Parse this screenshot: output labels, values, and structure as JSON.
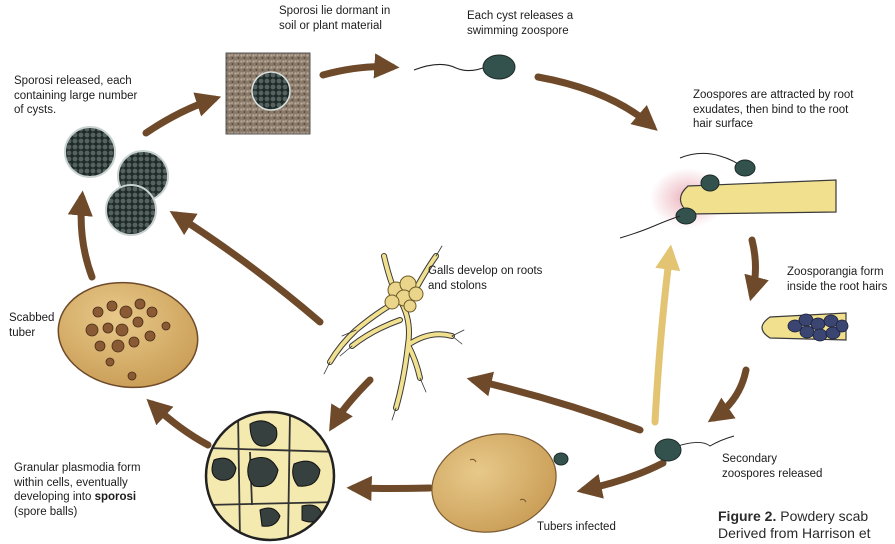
{
  "labels": {
    "dormant": "Sporosi lie dormant in\nsoil or plant material",
    "release": "Each cyst releases a\nswimming zoospore",
    "attracted": "Zoospores are attracted by root\nexudates, then bind to the root\nhair surface",
    "zoosporangia": "Zoosporangia form\ninside the root hairs",
    "secondary": "Secondary\nzoospores released",
    "tubers_infected": "Tubers infected",
    "plasmodia_lead": "Granular plasmodia form\nwithin cells, eventually\ndeveloping into ",
    "plasmodia_bold": "sporosi",
    "plasmodia_tail": "\n(spore balls)",
    "scabbed": "Scabbed\ntuber",
    "sporosi_released": "Sporosi released, each\ncontaining large number\nof cysts.",
    "galls": "Galls develop on roots\nand stolons"
  },
  "caption": {
    "figure": "Figure 2.",
    "text": " Powdery scab",
    "line2": "Derived from Harrison et"
  },
  "colors": {
    "arrow_brown": "#6e4a2a",
    "arrow_gold": "#e2c472",
    "tuber": "#d9b56f",
    "root": "#f1e08e",
    "spore": "#2e3d3a"
  }
}
